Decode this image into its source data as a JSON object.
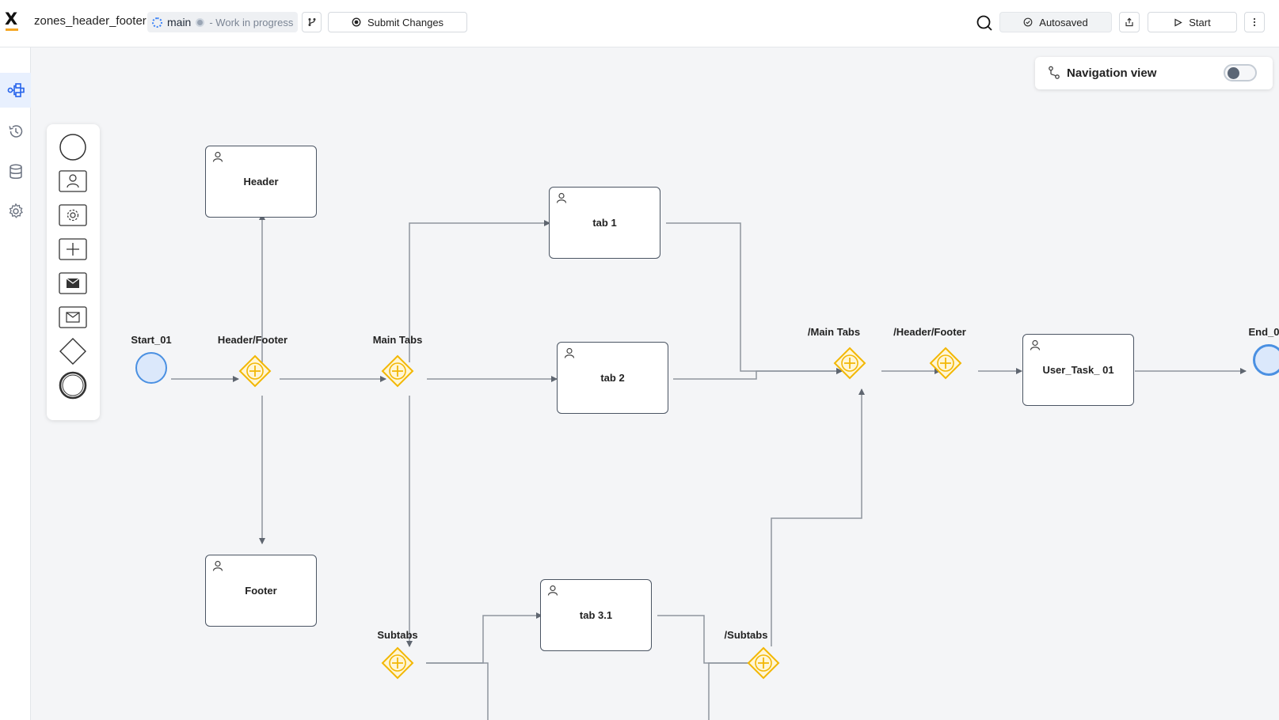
{
  "topbar": {
    "process_name": "zones_header_footer",
    "branch": "main",
    "branch_status": "- Work in progress",
    "submit_label": "Submit Changes",
    "autosaved_label": "Autosaved",
    "start_label": "Start"
  },
  "icons": {
    "logo": "x-logo",
    "branch": "git-branch-icon",
    "submit": "radio-dot-icon",
    "search": "search-icon",
    "autosaved": "check-circle-icon",
    "export": "export-icon",
    "start": "play-icon",
    "more": "more-vertical-icon"
  },
  "leftrail": {
    "items": [
      "process-diagram-icon",
      "history-icon",
      "database-icon",
      "settings-icon"
    ],
    "active": "process-diagram-icon"
  },
  "palette": {
    "items": [
      "start-event-icon",
      "user-task-icon",
      "service-task-icon",
      "subprocess-icon",
      "send-message-icon",
      "receive-message-icon",
      "gateway-icon",
      "end-event-icon"
    ]
  },
  "navigation_view": {
    "label": "Navigation view",
    "enabled": false
  },
  "diagram": {
    "events": [
      {
        "id": "start",
        "label": "Start_01"
      },
      {
        "id": "end",
        "label": "End_0"
      }
    ],
    "gateways": [
      {
        "id": "g_hf",
        "label": "Header/Footer"
      },
      {
        "id": "g_main",
        "label": "Main Tabs"
      },
      {
        "id": "g_main_end",
        "label": "/Main Tabs"
      },
      {
        "id": "g_hf_end",
        "label": "/Header/Footer"
      },
      {
        "id": "g_sub",
        "label": "Subtabs"
      },
      {
        "id": "g_sub_end",
        "label": "/Subtabs"
      }
    ],
    "tasks": [
      {
        "id": "header",
        "label": "Header"
      },
      {
        "id": "footer",
        "label": "Footer"
      },
      {
        "id": "tab1",
        "label": "tab 1"
      },
      {
        "id": "tab2",
        "label": "tab 2"
      },
      {
        "id": "tab31",
        "label": "tab 3.1"
      },
      {
        "id": "user_task",
        "label": "User_Task_ 01"
      }
    ]
  },
  "colors": {
    "accent": "#3b82f6",
    "gateway_fill": "#fff6d6",
    "gateway_stroke": "#f2b705",
    "event_fill": "#dbe8fb",
    "event_stroke": "#4a90e2",
    "canvas": "#f4f5f7",
    "edge": "#8e959e"
  }
}
